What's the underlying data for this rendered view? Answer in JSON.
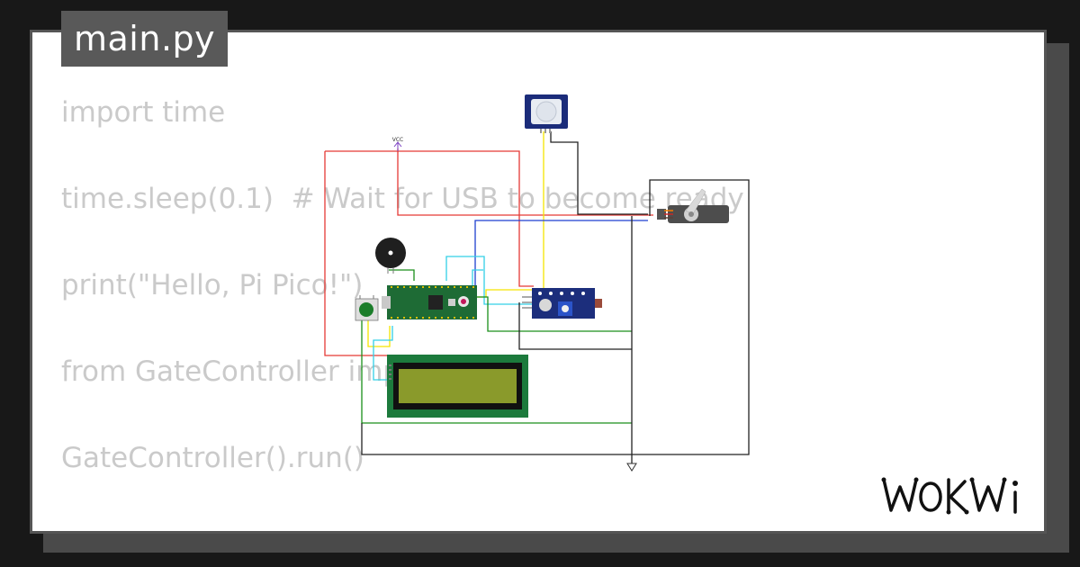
{
  "editor": {
    "file_name": "main.py",
    "code_lines": [
      "import time",
      "time.sleep(0.1)  # Wait for USB to become ready",
      "print(\"Hello, Pi Pico!\")",
      "from GateController import *",
      "GateController().run()"
    ]
  },
  "diagram": {
    "vcc_label": "VCC",
    "components": [
      "pir-sensor",
      "servo-motor",
      "buzzer",
      "pushbutton",
      "raspberry-pi-pico",
      "ir-sensor-module",
      "lcd-16x2",
      "ground-symbol"
    ],
    "wire_colors": {
      "red": "#e53935",
      "yellow": "#f5e400",
      "blue": "#1e3fd0",
      "cyan": "#33d0e6",
      "green": "#1a8f1a",
      "black": "#222222"
    }
  },
  "brand": {
    "logo_text": "WOKWi",
    "logo_icon": "wokwi-logo"
  }
}
